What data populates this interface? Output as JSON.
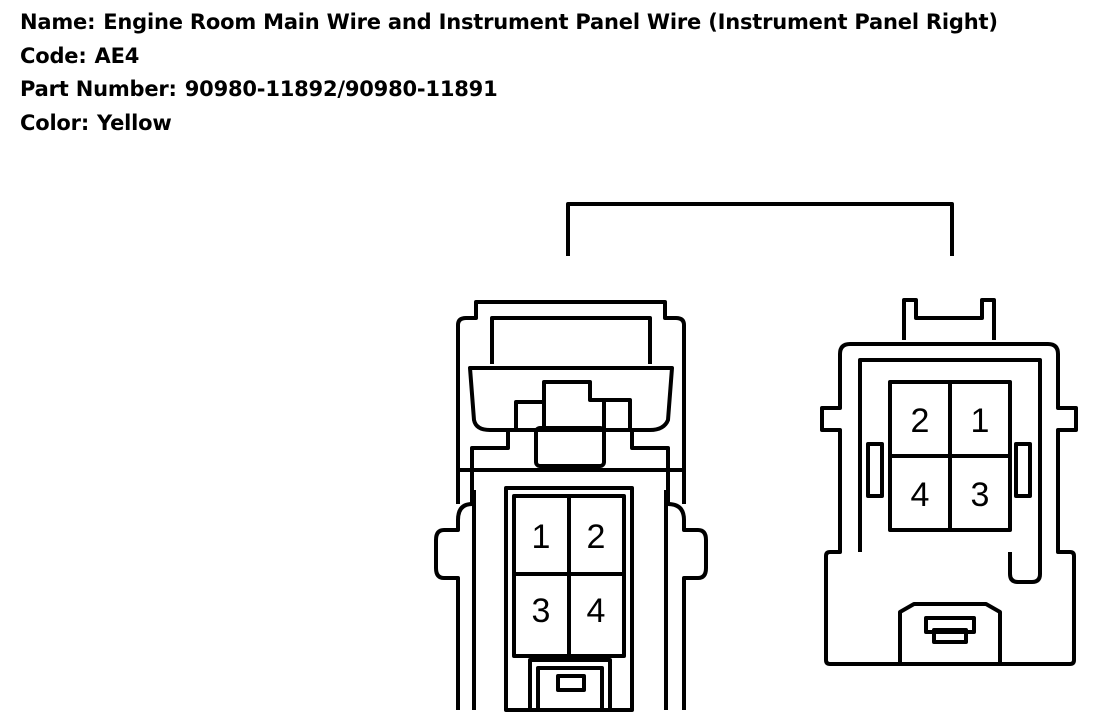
{
  "header": {
    "name_label": "Name:",
    "name_value": "Engine Room Main Wire and Instrument Panel Wire (Instrument Panel Right)",
    "code_label": "Code:",
    "code_value": "AE4",
    "part_label": "Part Number:",
    "part_value": "90980-11892/90980-11891",
    "color_label": "Color:",
    "color_value": "Yellow"
  },
  "left_connector": {
    "pins": [
      "1",
      "2",
      "3",
      "4"
    ]
  },
  "right_connector": {
    "pins": [
      "2",
      "1",
      "4",
      "3"
    ]
  },
  "colors": {
    "line": "#000000",
    "background": "#ffffff"
  }
}
